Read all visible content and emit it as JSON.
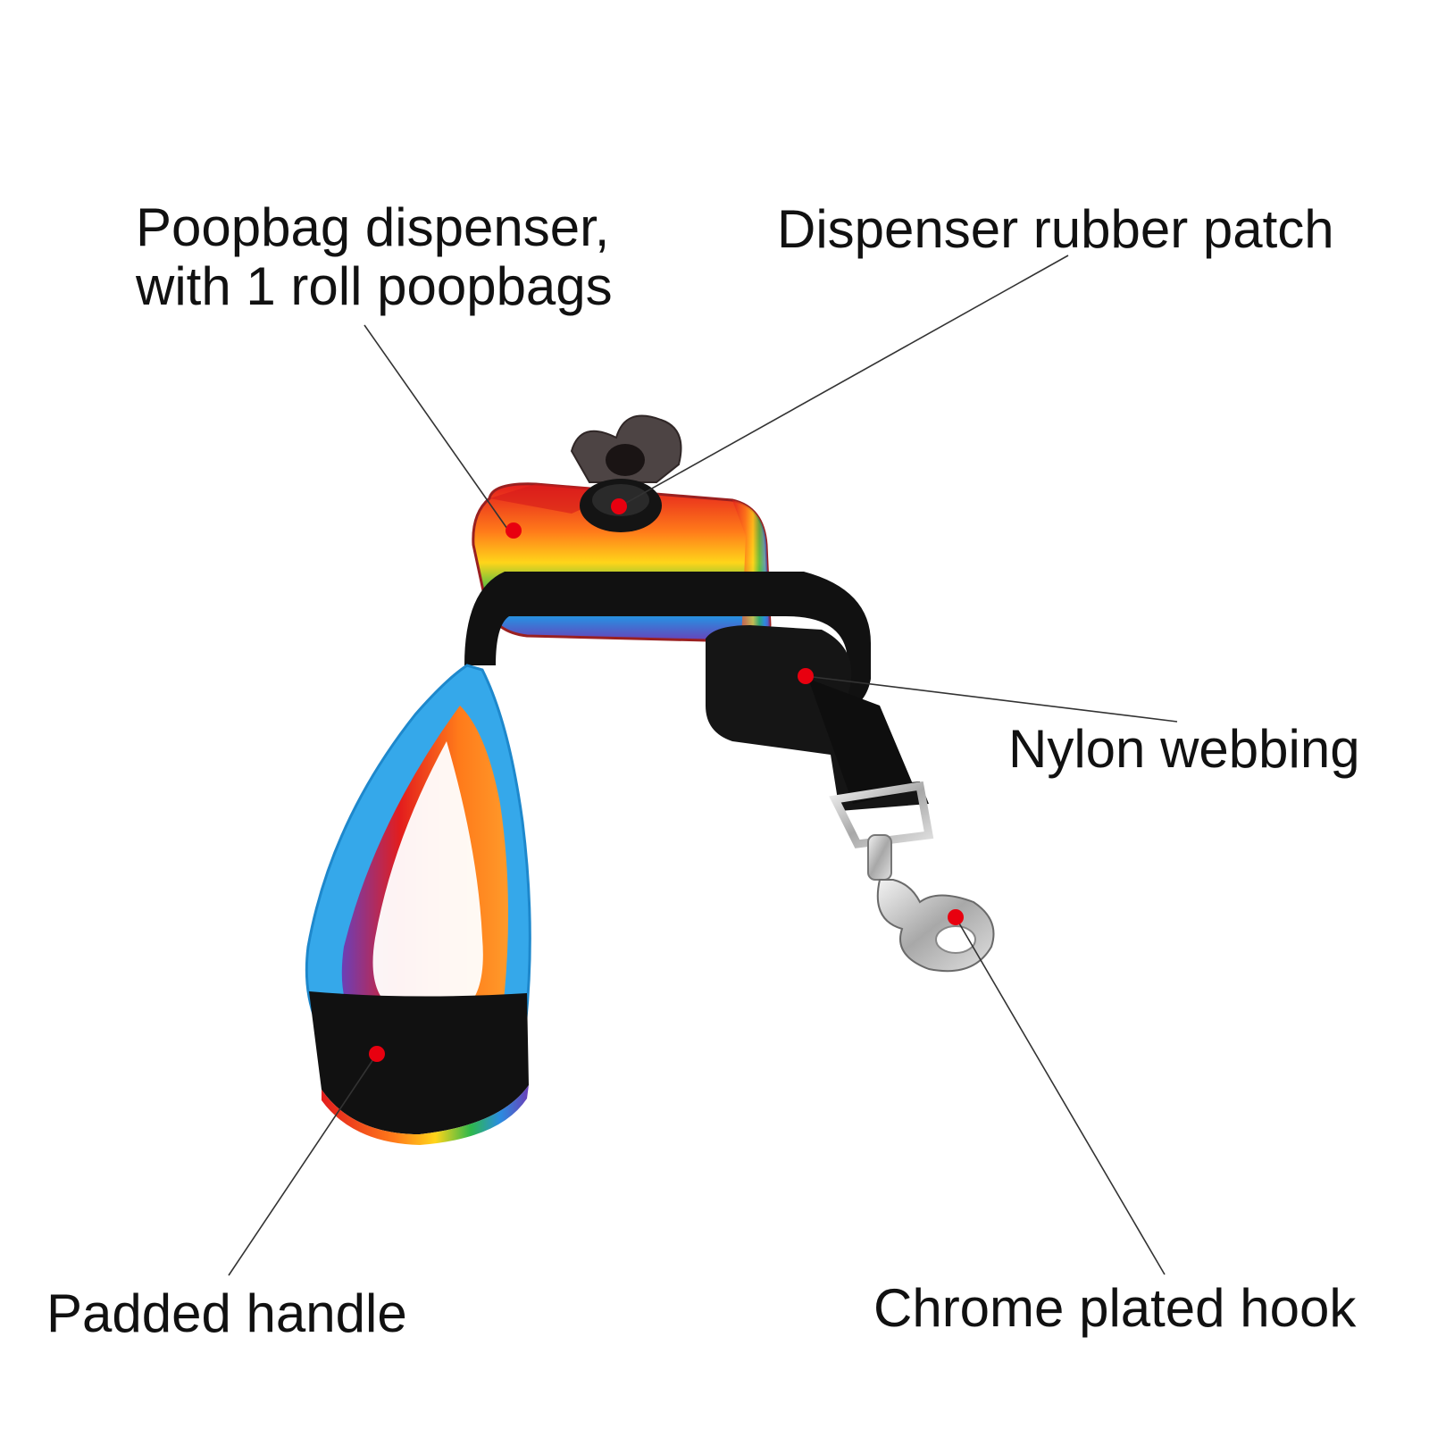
{
  "callouts": {
    "dispenser_line1": "Poopbag dispenser,",
    "dispenser_line2": "with 1 roll poopbags",
    "rubber_patch": "Dispenser rubber patch",
    "nylon_webbing": "Nylon webbing",
    "padded_handle": "Padded handle",
    "chrome_hook": "Chrome plated hook"
  },
  "colors": {
    "marker": "#e8000f",
    "leader_line": "#333333",
    "webbing": "#111111",
    "background": "#ffffff"
  }
}
